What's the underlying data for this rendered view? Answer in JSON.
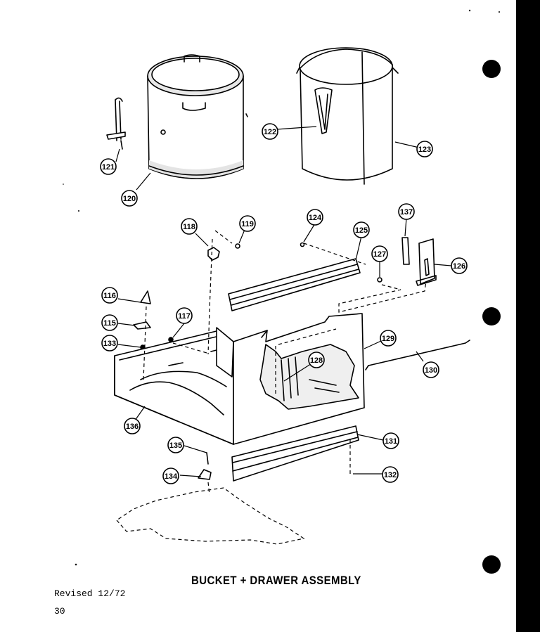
{
  "title": "BUCKET + DRAWER ASSEMBLY",
  "revised": "Revised 12/72",
  "page_number": "30",
  "callouts": [
    "115",
    "116",
    "117",
    "118",
    "119",
    "120",
    "121",
    "122",
    "123",
    "124",
    "125",
    "126",
    "127",
    "128",
    "129",
    "130",
    "131",
    "132",
    "133",
    "134",
    "135",
    "136",
    "137"
  ],
  "colors": {
    "ink": "#000000",
    "paper": "#ffffff",
    "shade": "#d6d6d6"
  }
}
